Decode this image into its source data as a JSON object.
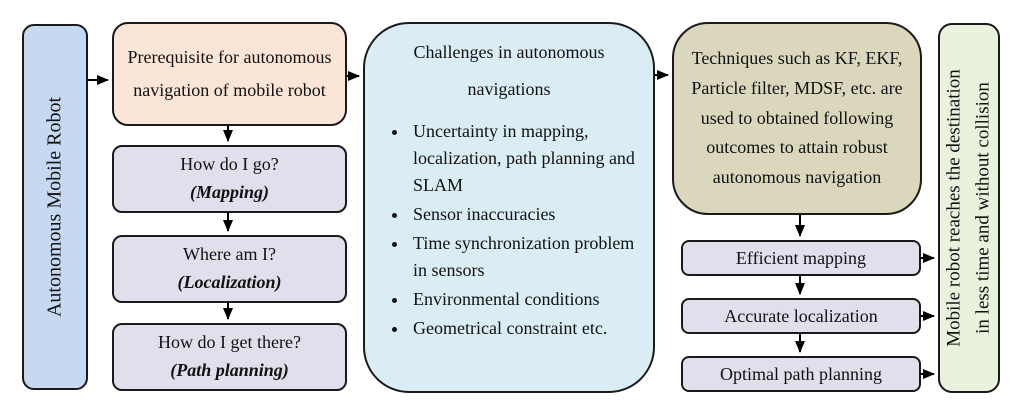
{
  "left_panel": {
    "label": "Autonomous Mobile Robot",
    "color": "#C6D9F1"
  },
  "prerequisite_box": {
    "text": "Prerequisite for autonomous navigation of mobile robot",
    "color": "#FBE5D6"
  },
  "question_boxes": [
    {
      "question": "How do I go?",
      "topic": "(Mapping)"
    },
    {
      "question": "Where am I?",
      "topic": "(Localization)"
    },
    {
      "question": "How do I get there?",
      "topic": "(Path planning)"
    }
  ],
  "question_box_color": "#E2DEEC",
  "challenges_box": {
    "title": "Challenges in autonomous navigations",
    "items": [
      "Uncertainty in mapping, localization, path planning and SLAM",
      "Sensor inaccuracies",
      "Time synchronization problem in sensors",
      "Environmental conditions",
      "Geometrical constraint etc."
    ],
    "color": "#DBEDF4"
  },
  "techniques_box": {
    "text": "Techniques such as KF, EKF, Particle filter, MDSF, etc. are used to obtained following outcomes to attain robust autonomous navigation",
    "color": "#DBD7BD"
  },
  "outcome_boxes": [
    {
      "label": "Efficient mapping"
    },
    {
      "label": "Accurate localization"
    },
    {
      "label": "Optimal path planning"
    }
  ],
  "outcome_box_color": "#E2DEEC",
  "result_panel": {
    "line1": "Mobile robot reaches the destination",
    "line2": "in less time and without collision",
    "color": "#E8F2DD"
  },
  "arrow_color": "#000000",
  "border_color": "#1a1a1a"
}
